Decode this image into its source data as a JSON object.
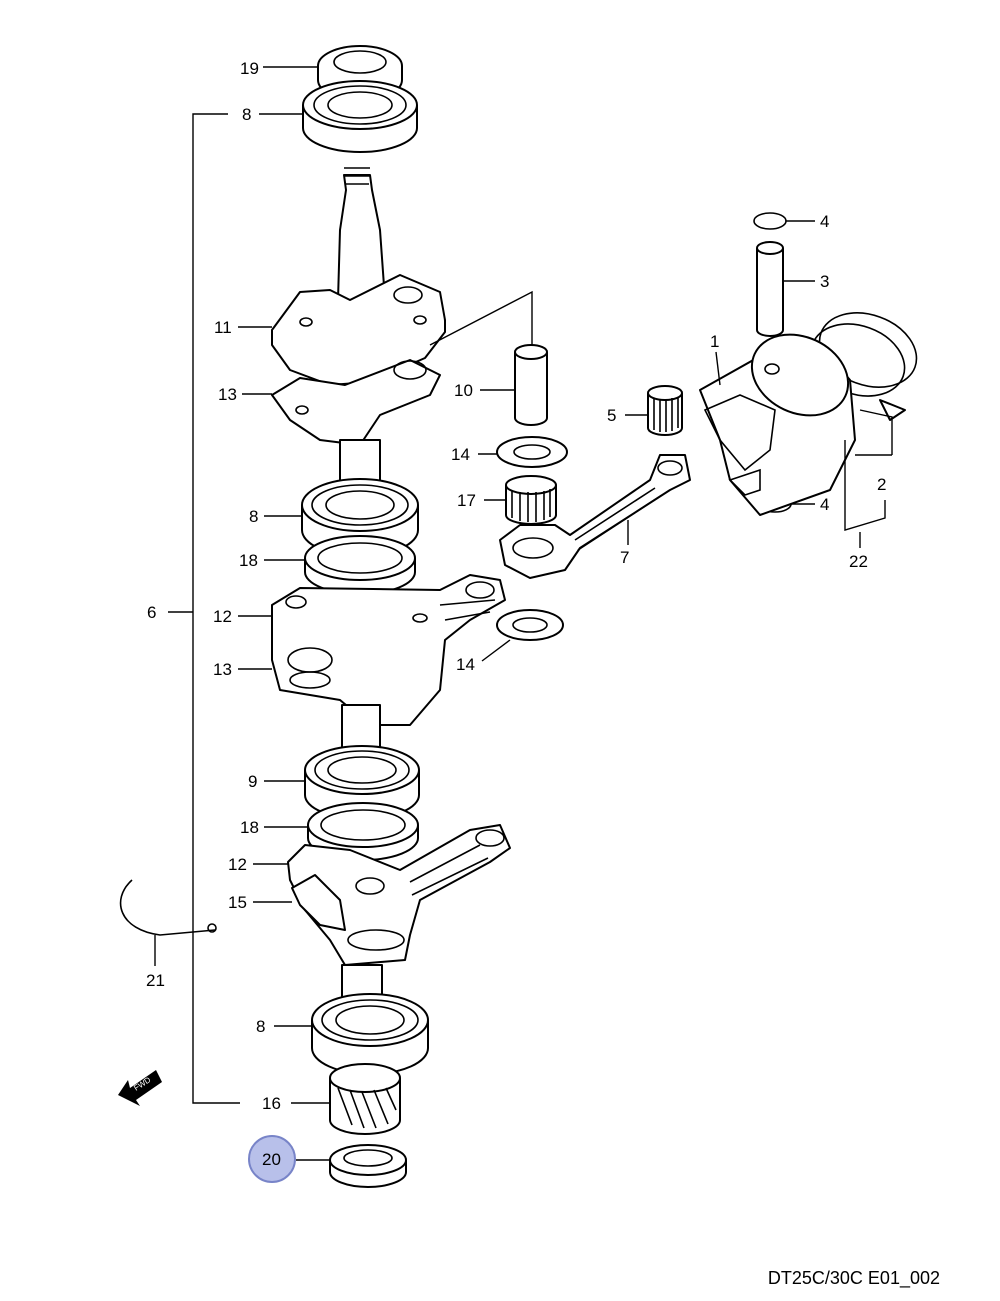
{
  "callouts": [
    {
      "id": "c19",
      "text": "19"
    },
    {
      "id": "c8a",
      "text": "8"
    },
    {
      "id": "c11",
      "text": "11"
    },
    {
      "id": "c13a",
      "text": "13"
    },
    {
      "id": "c8b",
      "text": "8"
    },
    {
      "id": "c18a",
      "text": "18"
    },
    {
      "id": "c6",
      "text": "6"
    },
    {
      "id": "c12a",
      "text": "12"
    },
    {
      "id": "c13b",
      "text": "13"
    },
    {
      "id": "c9",
      "text": "9"
    },
    {
      "id": "c18b",
      "text": "18"
    },
    {
      "id": "c12b",
      "text": "12"
    },
    {
      "id": "c15",
      "text": "15"
    },
    {
      "id": "c21",
      "text": "21"
    },
    {
      "id": "c8c",
      "text": "8"
    },
    {
      "id": "c16",
      "text": "16"
    },
    {
      "id": "c20",
      "text": "20"
    },
    {
      "id": "c4a",
      "text": "4"
    },
    {
      "id": "c3",
      "text": "3"
    },
    {
      "id": "c1",
      "text": "1"
    },
    {
      "id": "c10",
      "text": "10"
    },
    {
      "id": "c5",
      "text": "5"
    },
    {
      "id": "c14a",
      "text": "14"
    },
    {
      "id": "c17",
      "text": "17"
    },
    {
      "id": "c4b",
      "text": "4"
    },
    {
      "id": "c2",
      "text": "2"
    },
    {
      "id": "c7",
      "text": "7"
    },
    {
      "id": "c22",
      "text": "22"
    },
    {
      "id": "c14b",
      "text": "14"
    }
  ],
  "fwd_label": "FWD",
  "diagram_code": "DT25C/30C E01_002",
  "highlight_color": "#b8c0ea"
}
